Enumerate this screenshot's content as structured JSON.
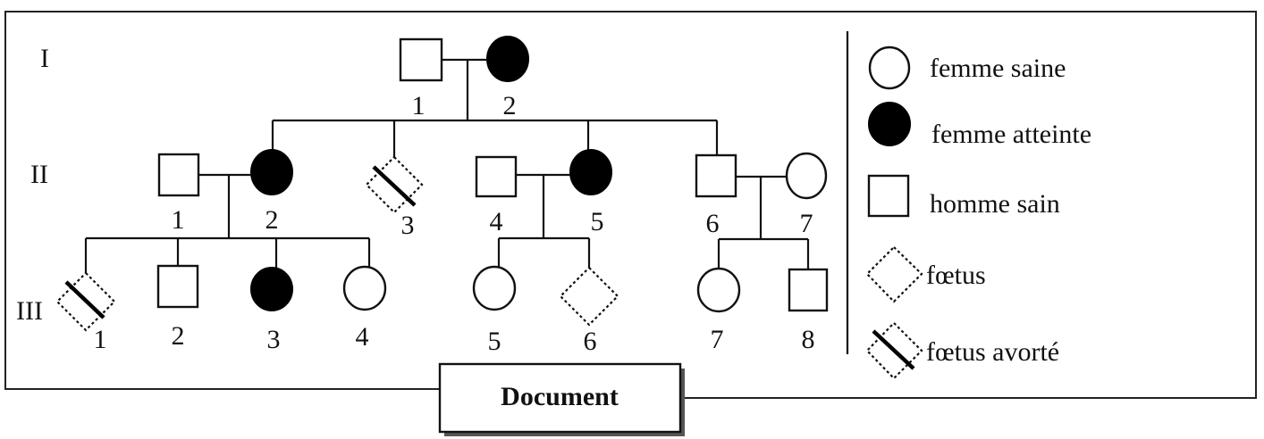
{
  "document_label": "Document",
  "generations": [
    {
      "roman": "I",
      "members": [
        {
          "num": "1",
          "type": "homme-sain"
        },
        {
          "num": "2",
          "type": "femme-atteinte"
        }
      ]
    },
    {
      "roman": "II",
      "members": [
        {
          "num": "1",
          "type": "homme-sain"
        },
        {
          "num": "2",
          "type": "femme-atteinte"
        },
        {
          "num": "3",
          "type": "foetus-avorte"
        },
        {
          "num": "4",
          "type": "homme-sain"
        },
        {
          "num": "5",
          "type": "femme-atteinte"
        },
        {
          "num": "6",
          "type": "homme-sain"
        },
        {
          "num": "7",
          "type": "femme-saine"
        }
      ]
    },
    {
      "roman": "III",
      "members": [
        {
          "num": "1",
          "type": "foetus-avorte"
        },
        {
          "num": "2",
          "type": "homme-sain"
        },
        {
          "num": "3",
          "type": "femme-atteinte"
        },
        {
          "num": "4",
          "type": "femme-saine"
        },
        {
          "num": "5",
          "type": "femme-saine"
        },
        {
          "num": "6",
          "type": "foetus"
        },
        {
          "num": "7",
          "type": "femme-saine"
        },
        {
          "num": "8",
          "type": "homme-sain"
        }
      ]
    }
  ],
  "legend": [
    {
      "symbol": "circle-open-icon",
      "label": "femme saine"
    },
    {
      "symbol": "circle-filled-icon",
      "label": "femme atteinte"
    },
    {
      "symbol": "square-open-icon",
      "label": "homme sain"
    },
    {
      "symbol": "diamond-dotted-icon",
      "label": "fœtus"
    },
    {
      "symbol": "diamond-slashed-icon",
      "label": "fœtus avorté"
    }
  ],
  "colors": {
    "ink": "#111111",
    "affected": "#000000",
    "paper": "#ffffff"
  }
}
